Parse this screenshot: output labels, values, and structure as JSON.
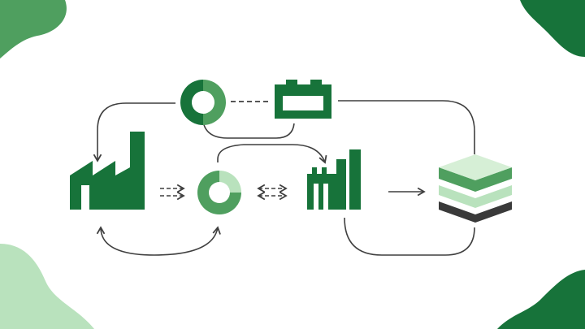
{
  "colors": {
    "dark_green": "#17733a",
    "mid_green": "#4f9f5f",
    "light_green": "#b9e2bd",
    "pale_green": "#d6efd6",
    "charcoal": "#3a3a3a",
    "line": "#3f3f3f",
    "background": "#ffffff"
  },
  "nodes": [
    {
      "id": "factory-left",
      "icon": "factory-icon"
    },
    {
      "id": "ring-top",
      "icon": "half-ring-icon"
    },
    {
      "id": "battery-top",
      "icon": "battery-icon"
    },
    {
      "id": "ring-middle",
      "icon": "quarter-ring-icon"
    },
    {
      "id": "factory-right",
      "icon": "factory-icon"
    },
    {
      "id": "layer-stack",
      "icon": "layers-icon"
    }
  ],
  "connectors": [
    {
      "from": "ring-top",
      "to": "factory-left",
      "style": "curved-arrow"
    },
    {
      "from": "ring-top",
      "to": "battery-top",
      "style": "dashed"
    },
    {
      "from": "battery-top",
      "to": "ring-top",
      "style": "curved-line"
    },
    {
      "from": "battery-top",
      "to": "layer-stack",
      "style": "curved-line"
    },
    {
      "from": "ring-middle",
      "to": "factory-right",
      "style": "curved-arrow"
    },
    {
      "from": "factory-left",
      "to": "ring-middle",
      "style": "double-dashed-arrow"
    },
    {
      "from": "ring-middle",
      "to": "factory-right",
      "style": "double-dashed-bidirectional"
    },
    {
      "from": "factory-right",
      "to": "layer-stack",
      "style": "arrow"
    },
    {
      "from": "factory-left",
      "to": "ring-middle",
      "style": "curved-bidirectional"
    },
    {
      "from": "factory-right",
      "to": "layer-stack",
      "style": "curved-line"
    }
  ]
}
